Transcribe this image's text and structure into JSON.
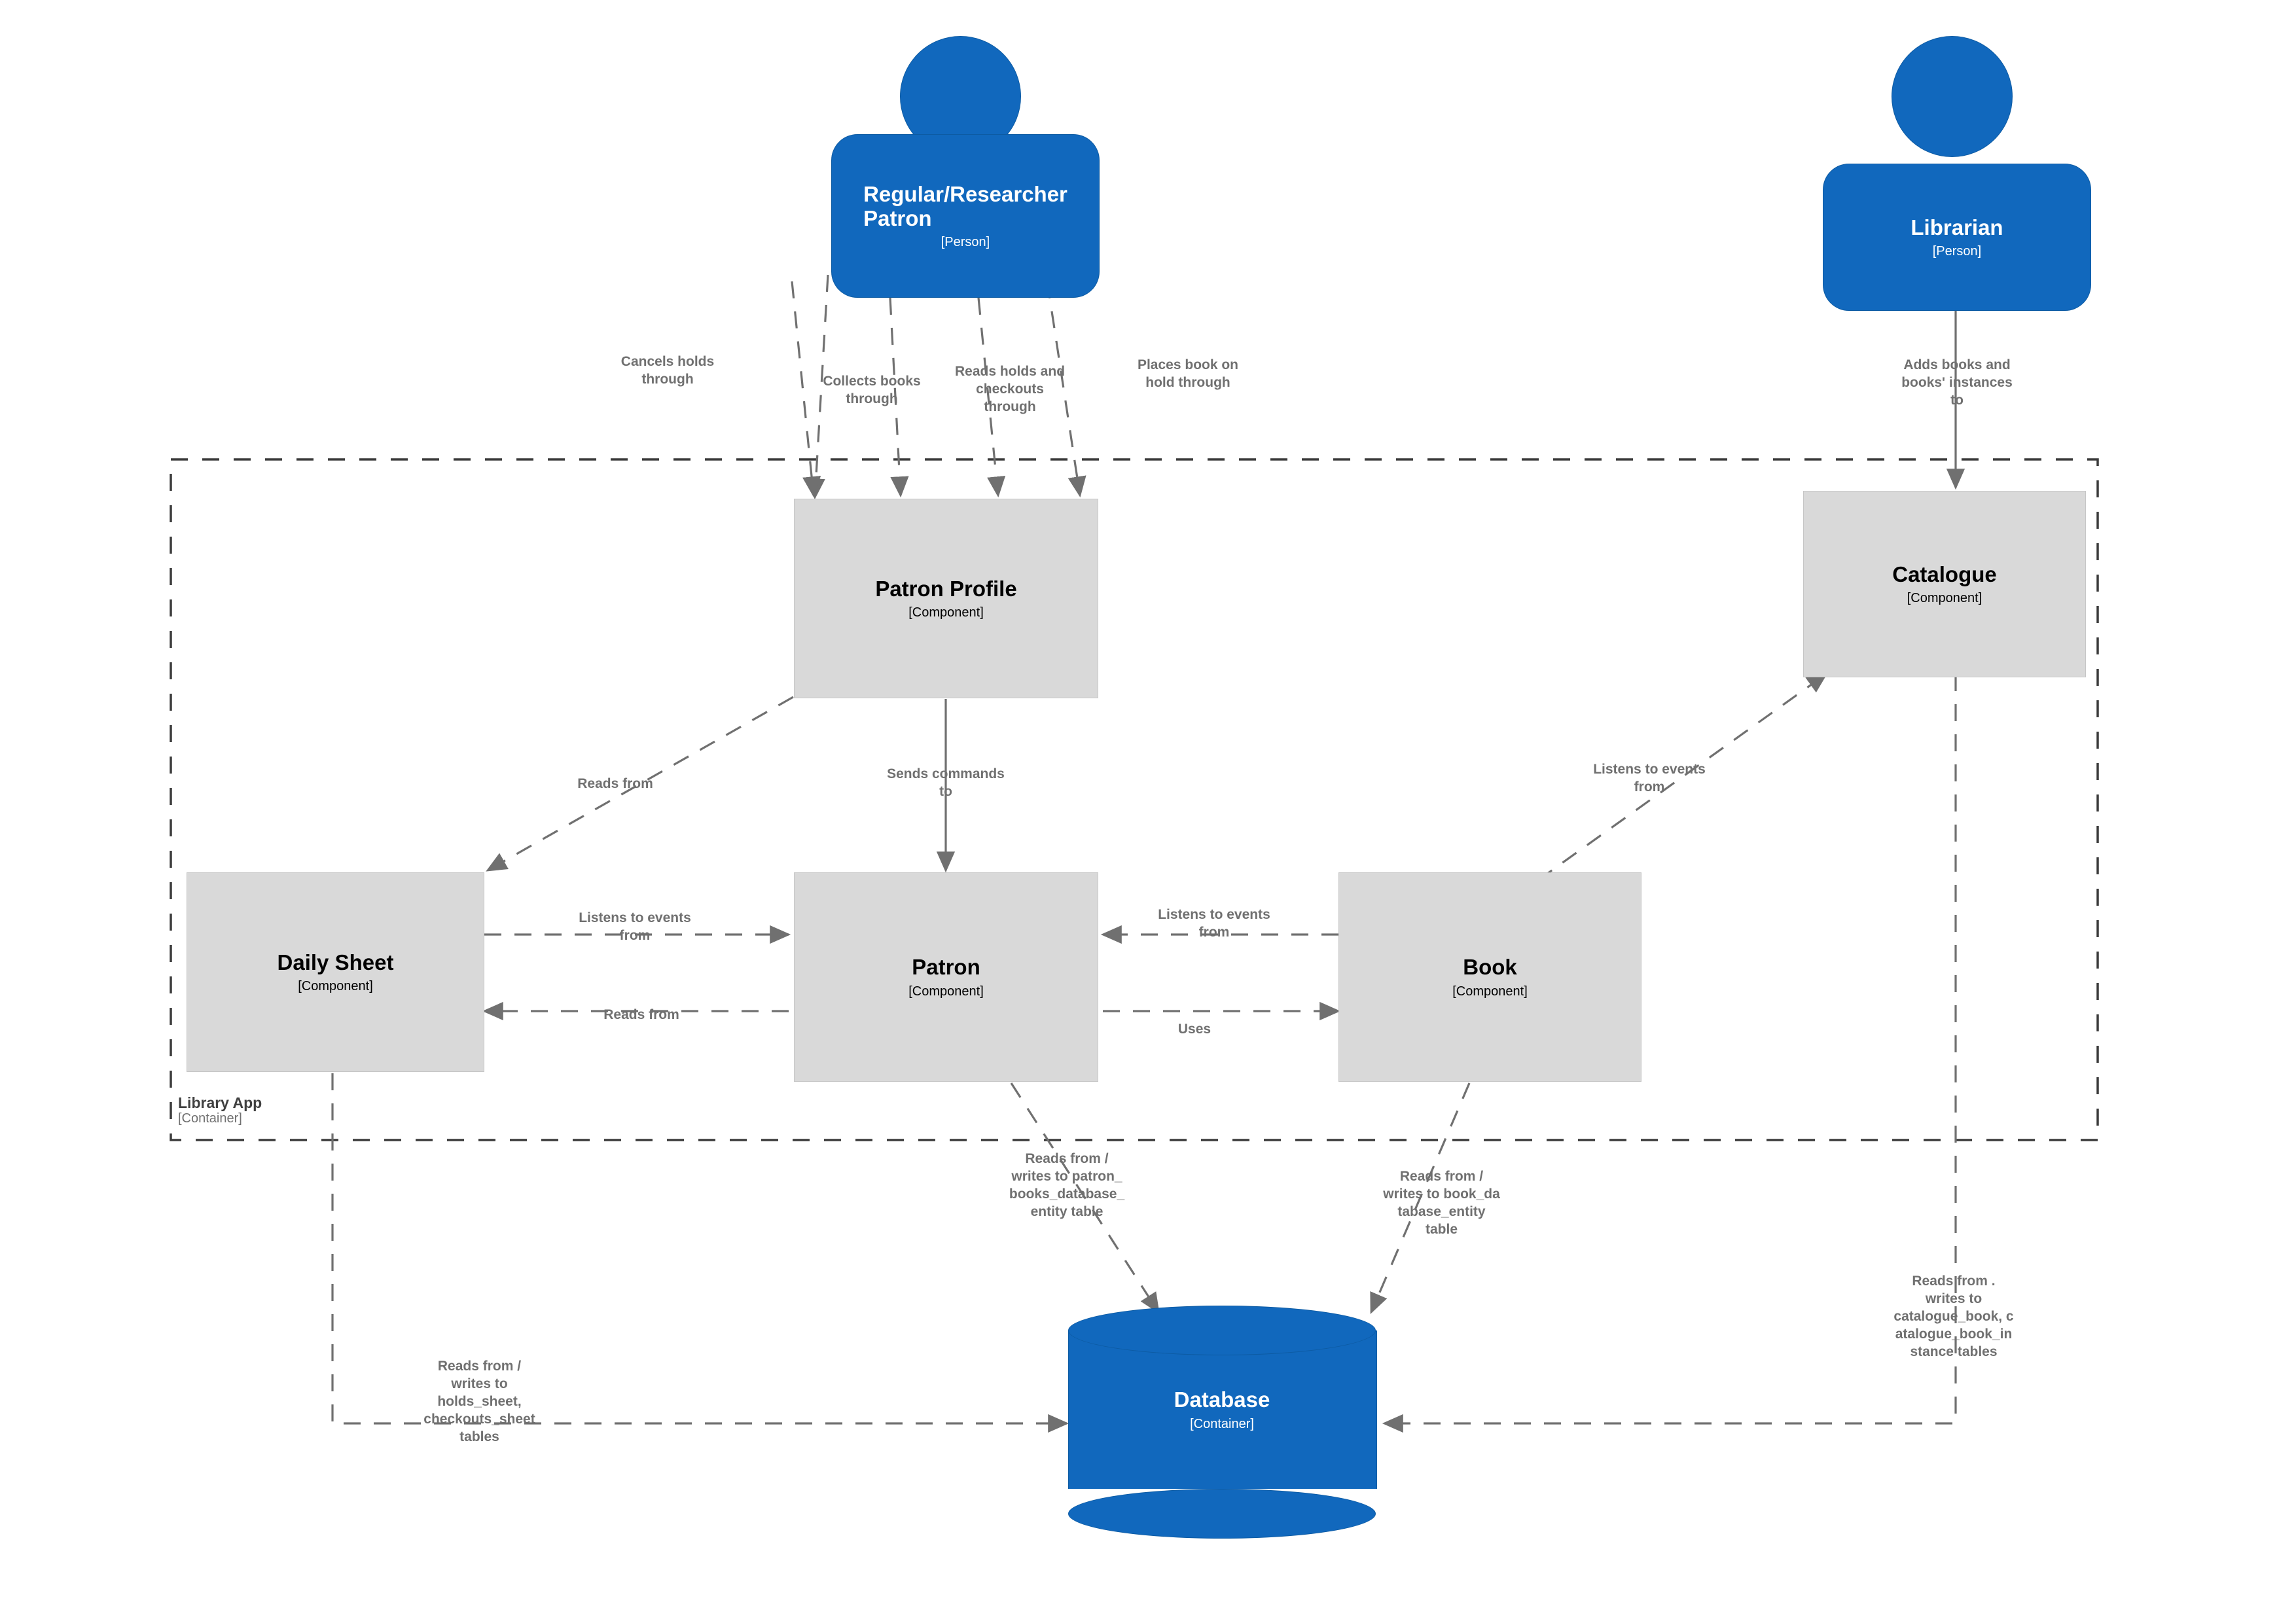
{
  "diagram": {
    "type": "c4-component-diagram",
    "colors": {
      "person_fill": "#1168bd",
      "container_fill": "#1168bd",
      "component_fill": "#d9d9d9",
      "edge": "#707070",
      "boundary": "#3b3b3b",
      "background": "#ffffff"
    }
  },
  "nodes": {
    "patron_person": {
      "title": "Regular/Researcher\nPatron",
      "subtitle": "[Person]",
      "kind": "person"
    },
    "librarian": {
      "title": "Librarian",
      "subtitle": "[Person]",
      "kind": "person"
    },
    "patron_profile": {
      "title": "Patron Profile",
      "subtitle": "[Component]",
      "kind": "component"
    },
    "catalogue": {
      "title": "Catalogue",
      "subtitle": "[Component]",
      "kind": "component"
    },
    "daily_sheet": {
      "title": "Daily Sheet",
      "subtitle": "[Component]",
      "kind": "component"
    },
    "patron": {
      "title": "Patron",
      "subtitle": "[Component]",
      "kind": "component"
    },
    "book": {
      "title": "Book",
      "subtitle": "[Component]",
      "kind": "component"
    },
    "database": {
      "title": "Database",
      "subtitle": "[Container]",
      "kind": "container-database"
    }
  },
  "boundary": {
    "title": "Library App",
    "subtitle": "[Container]"
  },
  "edges": {
    "cancels_holds": {
      "label": "Cancels holds\nthrough",
      "from": "patron_person",
      "to": "patron_profile"
    },
    "collects_books": {
      "label": "Collects books\nthrough",
      "from": "patron_person",
      "to": "patron_profile"
    },
    "reads_holds": {
      "label": "Reads holds and\ncheckouts\nthrough",
      "from": "patron_person",
      "to": "patron_profile"
    },
    "places_book_on_hold": {
      "label": "Places book on\nhold through",
      "from": "patron_person",
      "to": "patron_profile"
    },
    "adds_books": {
      "label": "Adds books and\nbooks' instances\nto",
      "from": "librarian",
      "to": "catalogue"
    },
    "profile_reads_sheet": {
      "label": "Reads from",
      "from": "patron_profile",
      "to": "daily_sheet"
    },
    "profile_sends_cmds": {
      "label": "Sends commands\nto",
      "from": "patron_profile",
      "to": "patron"
    },
    "sheet_listens_patron": {
      "label": "Listens to events\nfrom",
      "from": "daily_sheet",
      "to": "patron"
    },
    "patron_reads_sheet": {
      "label": "Reads from",
      "from": "patron",
      "to": "daily_sheet"
    },
    "patron_listens_book": {
      "label": "Listens to events\nfrom",
      "from": "book",
      "to": "patron"
    },
    "patron_uses_book": {
      "label": "Uses",
      "from": "patron",
      "to": "book"
    },
    "catalogue_listens": {
      "label": "Listens to events\nfrom",
      "from": "book",
      "to": "catalogue"
    },
    "patron_db": {
      "label": "Reads from /\nwrites to patron_\nbooks_database_\nentity table",
      "from": "patron",
      "to": "database"
    },
    "book_db": {
      "label": "Reads from /\nwrites to book_da\ntabase_entity\ntable",
      "from": "book",
      "to": "database"
    },
    "sheet_db": {
      "label": "Reads from /\nwrites to\nholds_sheet,\ncheckouts_sheet\ntables",
      "from": "daily_sheet",
      "to": "database"
    },
    "catalogue_db": {
      "label": "Reads from .\nwrites to\ncatalogue_book, c\natalogue_book_in\nstance tables",
      "from": "catalogue",
      "to": "database"
    }
  }
}
